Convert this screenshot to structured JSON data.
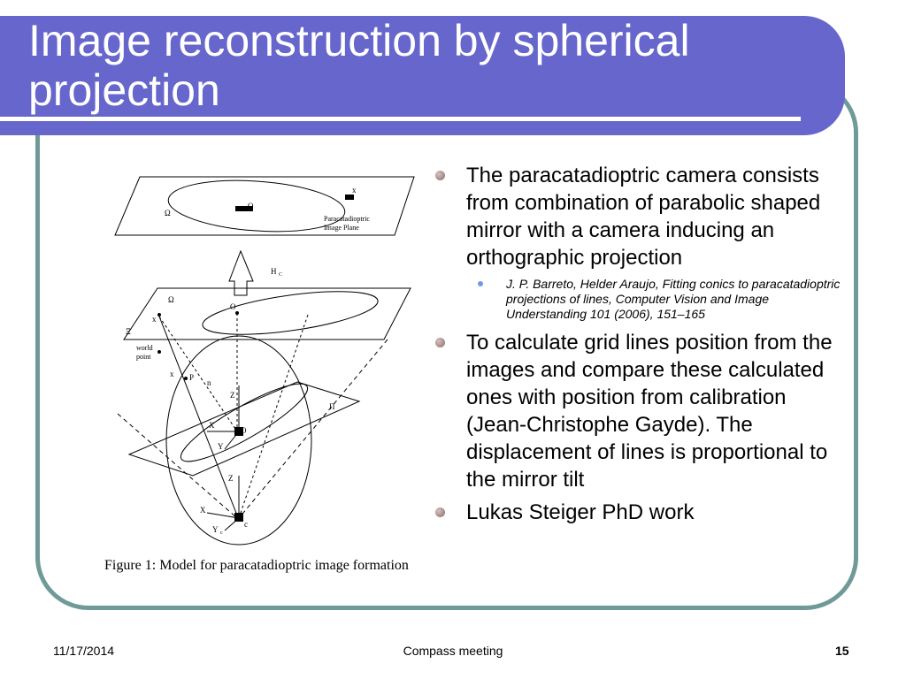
{
  "slide": {
    "title": "Image reconstruction by spherical projection"
  },
  "figure": {
    "caption": "Figure 1: Model for paracatadioptric image formation",
    "labels": {
      "omega_hat": "Ω",
      "o_hat": "O",
      "x_hat": "x",
      "image_plane_1": "Paracatadioptric",
      "image_plane_2": "Image Plane",
      "hc": "H",
      "hc_sub": "C",
      "omega": "Ω",
      "o": "O",
      "x_bar": "x",
      "xi": "Ξ",
      "world_1": "world",
      "world_2": "point",
      "x": "x",
      "p": "P",
      "n": "n",
      "z": "Z",
      "pi": "Π",
      "x_axis": "X",
      "o_center": "O",
      "y_axis": "Y",
      "zc": "Z",
      "xc": "X",
      "yc": "Y",
      "c_sub": "c",
      "c": "c"
    }
  },
  "bullets": [
    {
      "text": "The paracatadioptric camera consists from combination of parabolic shaped mirror with a camera inducing an orthographic projection",
      "sub": "J. P. Barreto, Helder Araujo, Fitting conics to paracatadioptric projections of lines, Computer Vision and Image Understanding 101 (2006), 151–165"
    },
    {
      "text": "To calculate grid lines position from the images and compare these calculated ones with position from calibration (Jean-Christophe Gayde). The displacement of lines is proportional to the mirror tilt"
    },
    {
      "text": "Lukas Steiger PhD work"
    }
  ],
  "footer": {
    "date": "11/17/2014",
    "center": "Compass meeting",
    "page": "15"
  },
  "colors": {
    "title_band": "#6666cc",
    "frame": "#6f9a98",
    "bullet": "#8a6a6a",
    "sub_bullet": "#6a9ae8"
  }
}
